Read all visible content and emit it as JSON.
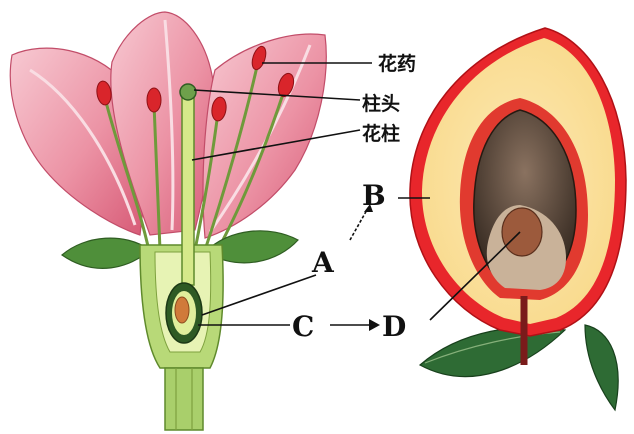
{
  "labels": {
    "anther": "花药",
    "stigma": "柱头",
    "style": "花柱",
    "A": "A",
    "B": "B",
    "C": "C",
    "D": "D"
  },
  "colors": {
    "petal": "#e98a9b",
    "petal_light": "#f7c9d2",
    "sepal": "#4f8f3a",
    "stem": "#a9cf6b",
    "anther": "#d9252b",
    "fruit_skin": "#e8262b",
    "fruit_flesh": "#fbe6a4",
    "seed": "#5a4434",
    "leaf": "#2e6b34"
  }
}
